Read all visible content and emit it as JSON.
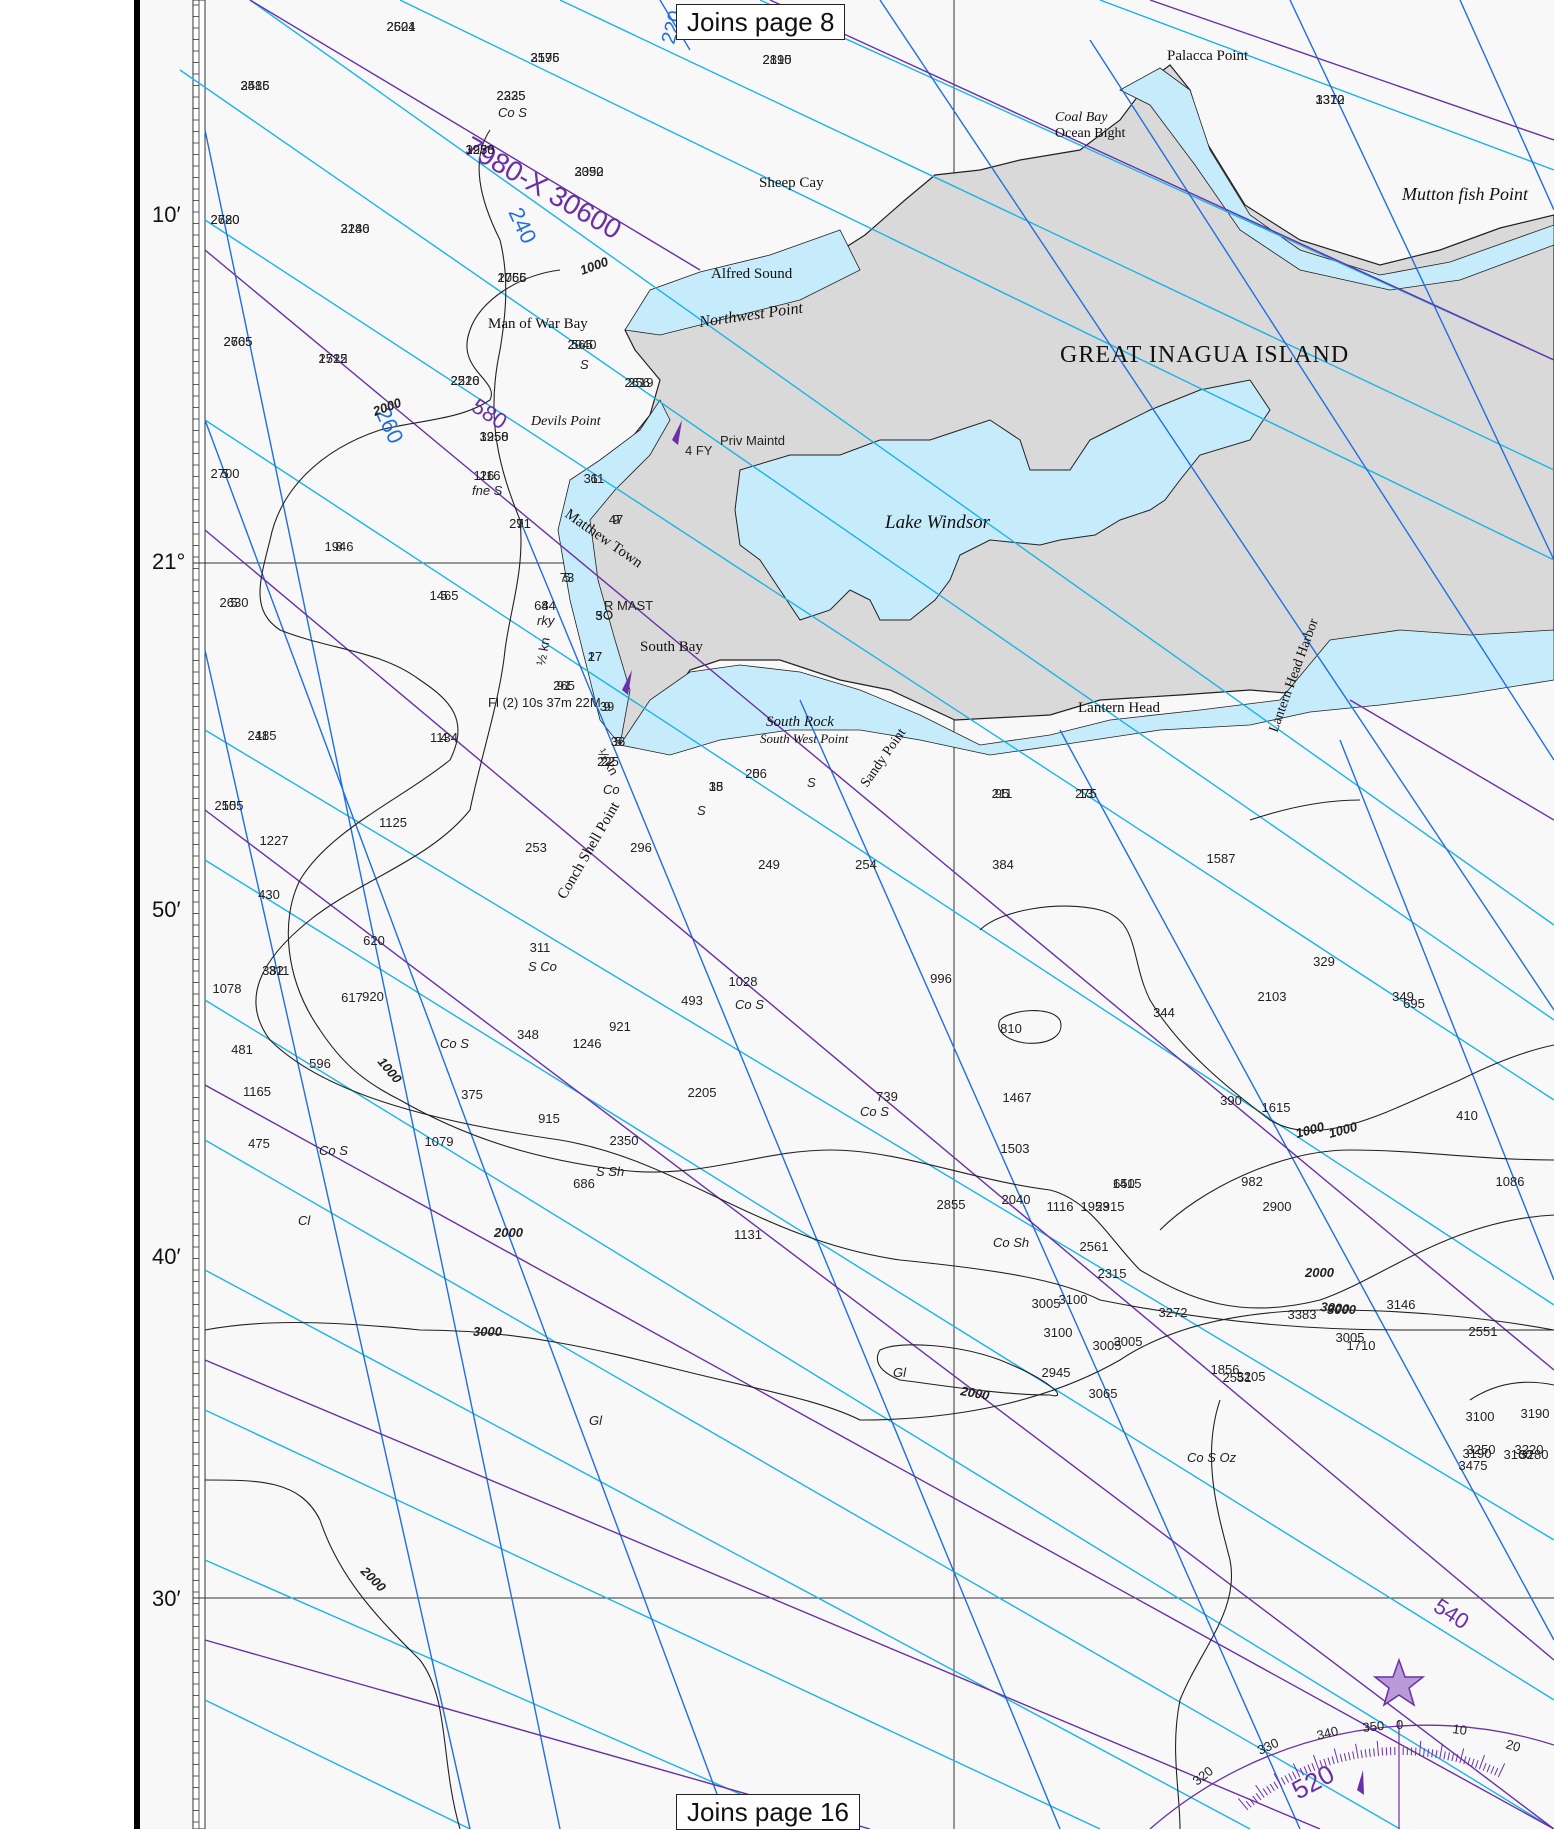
{
  "joins": {
    "top": "Joins page 8",
    "bottom": "Joins page 16"
  },
  "island_title": "GREAT INAGUA ISLAND",
  "lake": "Lake Windsor",
  "latitude_labels": [
    "10′",
    "21°",
    "50′",
    "40′",
    "30′"
  ],
  "loran_labels": [
    "7980-X 30600",
    "240",
    "260",
    "580",
    "540",
    "520",
    "220"
  ],
  "place_names": [
    "Palacca Point",
    "Coal Bay",
    "Ocean Bight",
    "Mutton fish Point",
    "Sheep Cay",
    "Alfred Sound",
    "Northwest Point",
    "Man of War Bay",
    "Devils Point",
    "Matthew Town",
    "South Bay",
    "South Rock",
    "South West Point",
    "Conch Shell Point",
    "Sandy Point",
    "Lantern Head",
    "Lantern Head Harbor"
  ],
  "annotations": [
    "Priv Maintd",
    "4 FY",
    "R MAST",
    "Fl (2) 10s 37m 22M",
    "½ kn",
    "½ kn"
  ],
  "bottom_qualities": [
    "Co S",
    "S",
    "fne S",
    "rky",
    "S Co",
    "Co S",
    "Co S",
    "Co S",
    "Co S",
    "S Sh",
    "Cl",
    "Co Sh",
    "Gl",
    "Gl",
    "Co S Oz",
    "S",
    "S",
    "Co"
  ],
  "contour_labels": [
    "1000",
    "2000",
    "1000",
    "2000",
    "3000",
    "2000",
    "3000",
    "1000",
    "1000",
    "2000",
    "3000",
    "2000"
  ],
  "compass_ticks": [
    "320",
    "330",
    "340",
    "350",
    "0",
    "10",
    "20"
  ],
  "soundings": [
    "2521",
    "2175",
    "2195",
    "1372",
    "2515",
    "2325",
    "1938",
    "2092",
    "2680",
    "2286",
    "1766",
    "2665",
    "2515",
    "565",
    "2216",
    "256",
    "1250",
    "2700",
    "1116",
    "311",
    "291",
    "47",
    "1946",
    "73",
    "2630",
    "1465",
    "684",
    "3",
    "27",
    "265",
    "39",
    "2485",
    "1134",
    "36",
    "225",
    "35",
    "206",
    "95",
    "275",
    "2555",
    "1125",
    "1227",
    "253",
    "296",
    "249",
    "254",
    "384",
    "1587",
    "430",
    "620",
    "311",
    "311",
    "1028",
    "493",
    "996",
    "329",
    "382",
    "617",
    "348",
    "1078",
    "920",
    "921",
    "810",
    "344",
    "2103",
    "349",
    "695",
    "481",
    "596",
    "1246",
    "1165",
    "375",
    "2205",
    "739",
    "390",
    "410",
    "1615",
    "915",
    "1467",
    "475",
    "1079",
    "2350",
    "1503",
    "982",
    "1086",
    "650",
    "1415",
    "686",
    "2855",
    "2040",
    "1131",
    "1116",
    "1953",
    "2915",
    "2900",
    "2315",
    "2561",
    "3005",
    "3272",
    "3005",
    "2945",
    "3005",
    "1856",
    "2551",
    "1710",
    "3005",
    "3065",
    "3100",
    "3100",
    "3205",
    "3383",
    "3146",
    "3100",
    "2551",
    "3190",
    "3190",
    "3160",
    "3475",
    "3280",
    "3220",
    "3250",
    "2604",
    "3596",
    "2810",
    "3310",
    "3486",
    "2235",
    "3250",
    "3350",
    "2720",
    "3140",
    "2055",
    "2705",
    "1722",
    "2040",
    "2520",
    "2619",
    "3958",
    "5",
    "26",
    "6",
    "7",
    "9",
    "8",
    "5",
    "5",
    "5",
    "4",
    "5",
    "17",
    "91",
    "9",
    "11",
    "4",
    "5",
    "22",
    "18",
    "5",
    "211",
    "13",
    "10"
  ],
  "colors": {
    "land": "#d9d9d9",
    "shallow_water": "#c6ecfb",
    "loran_cyan": "#1cb4e8",
    "loran_blue": "#1f6fe0",
    "loran_purple": "#6b2fa8",
    "contour": "#222222"
  }
}
